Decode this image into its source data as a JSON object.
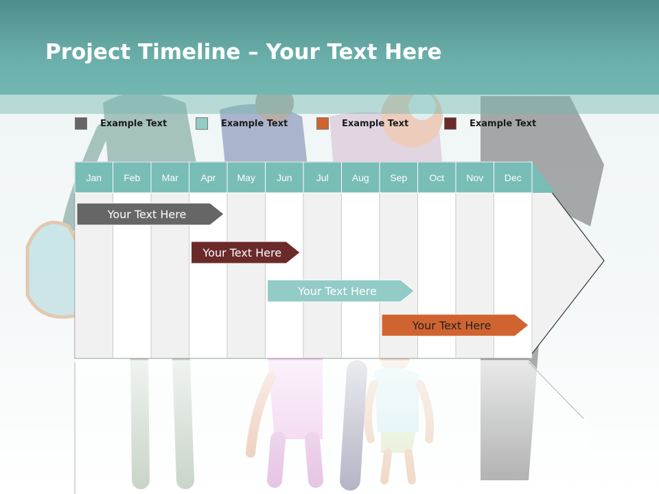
{
  "slide": {
    "title_bold": "Project Timeline",
    "title_rest": " – Your Text Here"
  },
  "legend": [
    {
      "label": "Example Text",
      "color": "#666666"
    },
    {
      "label": "Example Text",
      "color": "#93cbc6"
    },
    {
      "label": "Example Text",
      "color": "#d06431"
    },
    {
      "label": "Example Text",
      "color": "#6b2a2a"
    }
  ],
  "timeline": {
    "months": [
      "Jan",
      "Feb",
      "Mar",
      "Apr",
      "May",
      "Jun",
      "Jul",
      "Aug",
      "Sep",
      "Oct",
      "Nov",
      "Dec"
    ],
    "header_color": "#78bdb6",
    "tasks": [
      {
        "label": "Your  Text Here",
        "color": "#666666",
        "start_month": "Jan",
        "end_month": "Apr"
      },
      {
        "label": "Your  Text Here",
        "color": "#6b2a2a",
        "start_month": "Apr",
        "end_month": "Jun"
      },
      {
        "label": "Your  Text Here",
        "color": "#93cbc6",
        "start_month": "Jun",
        "end_month": "Sep"
      },
      {
        "label": "Your  Text Here",
        "color": "#d06431",
        "start_month": "Sep",
        "end_month": "Dec"
      }
    ]
  }
}
